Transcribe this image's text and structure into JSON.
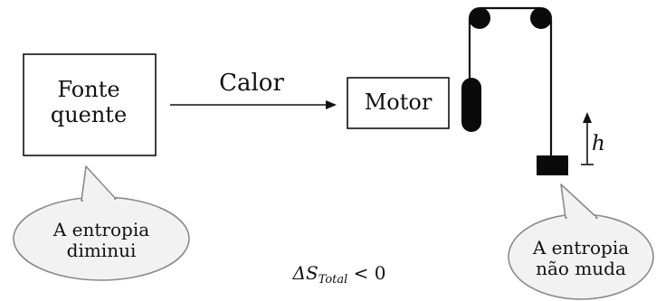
{
  "diagram": {
    "hot_source": {
      "line1": "Fonte",
      "line2": "quente"
    },
    "heat_arrow_label": "Calor",
    "engine_label": "Motor",
    "height_label": "h",
    "hot_source_bubble": {
      "line1": "A entropia",
      "line2": "diminui"
    },
    "weight_bubble": {
      "line1": "A entropia",
      "line2": "não muda"
    },
    "entropy_relation": {
      "delta": "ΔS",
      "subscript": "Total",
      "relation": "< 0"
    }
  },
  "colors": {
    "stroke": "#111111",
    "bubble_fill": "#f2f2f2",
    "bubble_stroke": "#8a8a8a"
  }
}
